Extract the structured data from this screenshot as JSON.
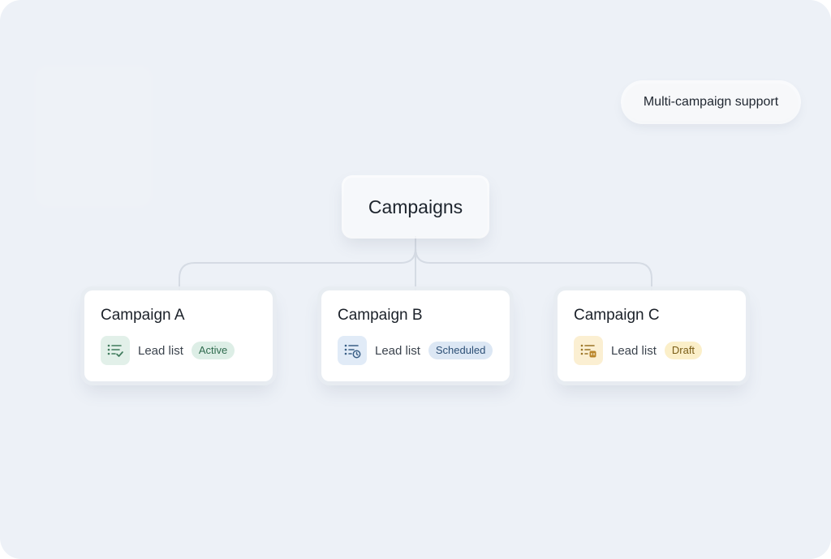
{
  "feature_pill": {
    "label": "Multi-campaign support"
  },
  "root": {
    "label": "Campaigns"
  },
  "campaigns": [
    {
      "title": "Campaign A",
      "list_label": "Lead list",
      "status": "Active",
      "icon": "list-check-icon",
      "status_color": "#2f6b4e"
    },
    {
      "title": "Campaign B",
      "list_label": "Lead list",
      "status": "Scheduled",
      "icon": "list-clock-icon",
      "status_color": "#2d5076"
    },
    {
      "title": "Campaign C",
      "list_label": "Lead list",
      "status": "Draft",
      "icon": "list-draft-icon",
      "status_color": "#7a5d17"
    }
  ],
  "colors": {
    "background": "#edf1f7",
    "connector": "#d5dbe4"
  }
}
